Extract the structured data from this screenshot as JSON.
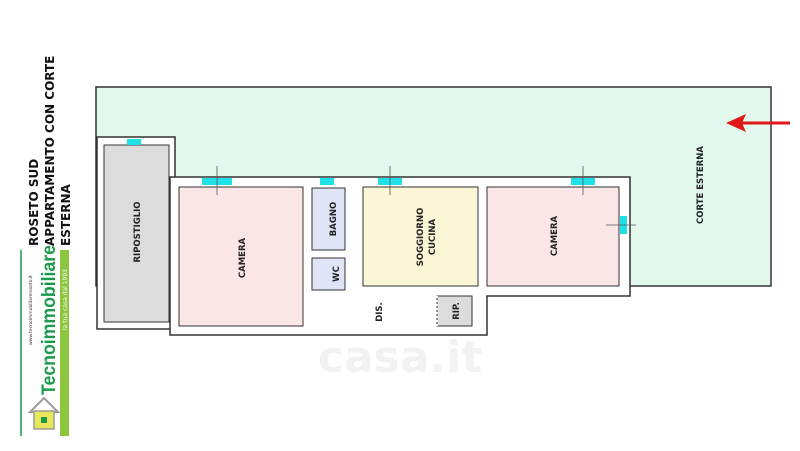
{
  "title": {
    "line1": "ROSETO SUD",
    "line2": "APPARTAMENTO CON CORTE",
    "line3": "ESTERNA"
  },
  "logo": {
    "brand": "Tecnoimmobiliare",
    "website": "www.tecnoimmobiliareroseto.it",
    "tagline": "la tua casa dal 1993"
  },
  "watermark": "casa.it",
  "rooms": {
    "ripostiglio": "RIPOSTIGLIO",
    "camera_left": "CAMERA",
    "bagno": "BAGNO",
    "wc": "WC",
    "soggiorno_line1": "SOGGIORNO",
    "soggiorno_line2": "CUCINA",
    "camera_right": "CAMERA",
    "dis": "DIS.",
    "rip": "RIP.",
    "corte": "CORTE ESTERNA"
  },
  "colors": {
    "courtyard": "#e2f8ec",
    "bedroom": "#fbe6e7",
    "bath": "#dfe4f6",
    "living": "#fbf7d6",
    "storage": "#dcdcdc",
    "window": "#1fe0e6",
    "arrow": "#e01818",
    "logo_green": "#1a9a4a"
  }
}
